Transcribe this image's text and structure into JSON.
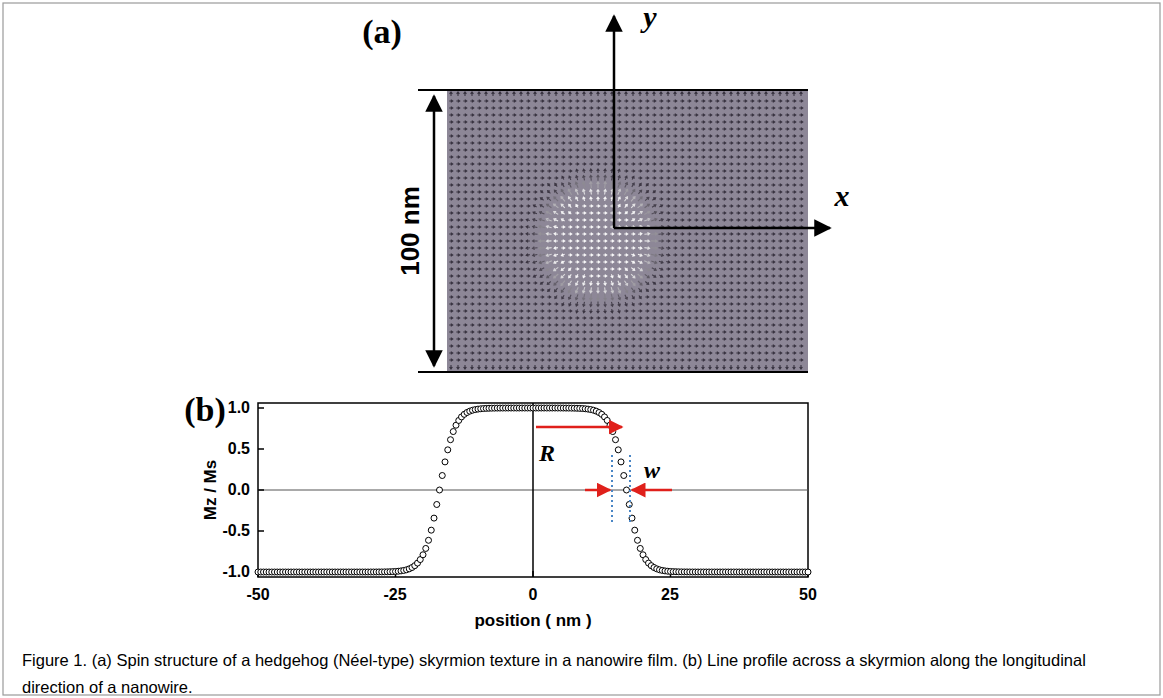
{
  "diagram": {
    "caption": "Figure 1. (a) Spin structure of a hedgehog (Néel-type) skyrmion texture in a nanowire film. (b) Line profile across a skyrmion along the longitudinal direction of a nanowire.",
    "labels": [
      "(a)",
      "y",
      "x",
      "100 nm",
      "(b)",
      "1.0",
      "0.5",
      "0.0",
      "-0.5",
      "-1.0",
      "R",
      "w",
      "Mz / Ms",
      "-50",
      "-25",
      "0",
      "25",
      "50",
      "position ( nm )"
    ]
  }
}
